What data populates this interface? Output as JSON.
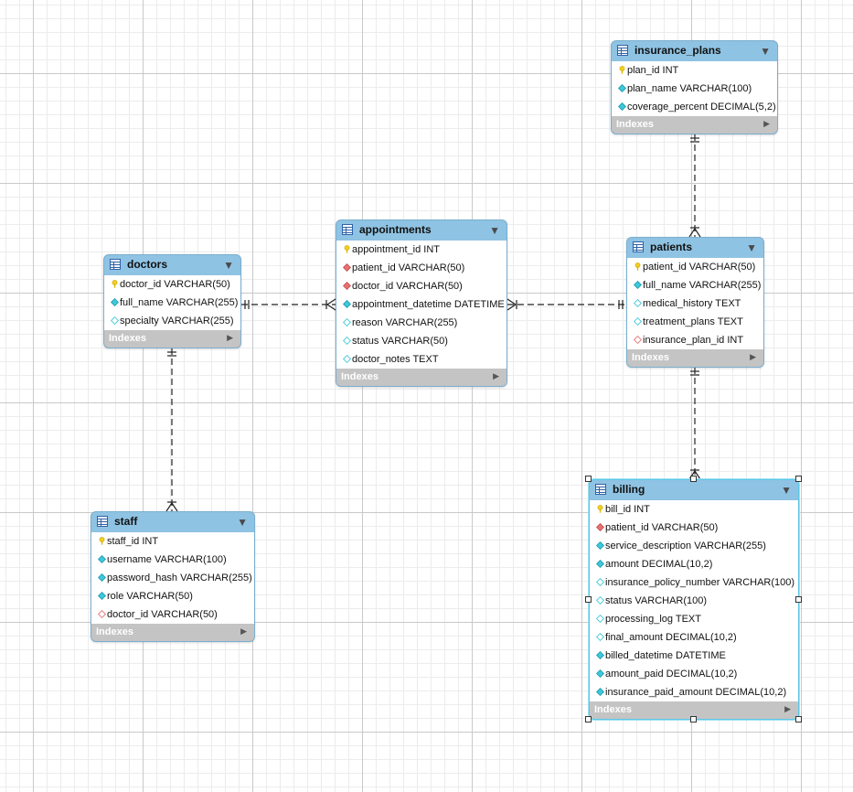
{
  "tables": [
    {
      "id": "insurance_plans",
      "name": "insurance_plans",
      "columns": [
        {
          "text": "plan_id INT",
          "icon": "primary-key-icon"
        },
        {
          "text": "plan_name VARCHAR(100)",
          "icon": "not-null-column-icon"
        },
        {
          "text": "coverage_percent DECIMAL(5,2)",
          "icon": "not-null-column-icon"
        }
      ],
      "indexes_label": "Indexes"
    },
    {
      "id": "appointments",
      "name": "appointments",
      "columns": [
        {
          "text": "appointment_id INT",
          "icon": "primary-key-icon"
        },
        {
          "text": "patient_id VARCHAR(50)",
          "icon": "foreign-key-icon"
        },
        {
          "text": "doctor_id VARCHAR(50)",
          "icon": "foreign-key-icon"
        },
        {
          "text": "appointment_datetime DATETIME",
          "icon": "not-null-column-icon"
        },
        {
          "text": "reason VARCHAR(255)",
          "icon": "nullable-column-icon"
        },
        {
          "text": "status VARCHAR(50)",
          "icon": "nullable-column-icon"
        },
        {
          "text": "doctor_notes TEXT",
          "icon": "nullable-column-icon"
        }
      ],
      "indexes_label": "Indexes"
    },
    {
      "id": "patients",
      "name": "patients",
      "columns": [
        {
          "text": "patient_id VARCHAR(50)",
          "icon": "primary-key-icon"
        },
        {
          "text": "full_name VARCHAR(255)",
          "icon": "not-null-column-icon"
        },
        {
          "text": "medical_history TEXT",
          "icon": "nullable-column-icon"
        },
        {
          "text": "treatment_plans TEXT",
          "icon": "nullable-column-icon"
        },
        {
          "text": "insurance_plan_id INT",
          "icon": "nullable-foreign-key-icon"
        }
      ],
      "indexes_label": "Indexes"
    },
    {
      "id": "doctors",
      "name": "doctors",
      "columns": [
        {
          "text": "doctor_id VARCHAR(50)",
          "icon": "primary-key-icon"
        },
        {
          "text": "full_name VARCHAR(255)",
          "icon": "not-null-column-icon"
        },
        {
          "text": "specialty VARCHAR(255)",
          "icon": "nullable-column-icon"
        }
      ],
      "indexes_label": "Indexes"
    },
    {
      "id": "staff",
      "name": "staff",
      "columns": [
        {
          "text": "staff_id INT",
          "icon": "primary-key-icon"
        },
        {
          "text": "username VARCHAR(100)",
          "icon": "not-null-column-icon"
        },
        {
          "text": "password_hash VARCHAR(255)",
          "icon": "not-null-column-icon"
        },
        {
          "text": "role VARCHAR(50)",
          "icon": "not-null-column-icon"
        },
        {
          "text": "doctor_id VARCHAR(50)",
          "icon": "nullable-foreign-key-icon"
        }
      ],
      "indexes_label": "Indexes"
    },
    {
      "id": "billing",
      "name": "billing",
      "selected": true,
      "columns": [
        {
          "text": "bill_id INT",
          "icon": "primary-key-icon"
        },
        {
          "text": "patient_id VARCHAR(50)",
          "icon": "foreign-key-icon"
        },
        {
          "text": "service_description VARCHAR(255)",
          "icon": "not-null-column-icon"
        },
        {
          "text": "amount DECIMAL(10,2)",
          "icon": "not-null-column-icon"
        },
        {
          "text": "insurance_policy_number VARCHAR(100)",
          "icon": "nullable-column-icon"
        },
        {
          "text": "status VARCHAR(100)",
          "icon": "nullable-column-icon"
        },
        {
          "text": "processing_log TEXT",
          "icon": "nullable-column-icon"
        },
        {
          "text": "final_amount DECIMAL(10,2)",
          "icon": "nullable-column-icon"
        },
        {
          "text": "billed_datetime DATETIME",
          "icon": "not-null-column-icon"
        },
        {
          "text": "amount_paid DECIMAL(10,2)",
          "icon": "not-null-column-icon"
        },
        {
          "text": "insurance_paid_amount DECIMAL(10,2)",
          "icon": "not-null-column-icon"
        }
      ],
      "indexes_label": "Indexes"
    }
  ],
  "relationships": [
    {
      "from": "insurance_plans",
      "to": "patients",
      "cardinality": "one-to-many"
    },
    {
      "from": "doctors",
      "to": "appointments",
      "cardinality": "one-to-many"
    },
    {
      "from": "patients",
      "to": "appointments",
      "cardinality": "one-to-many"
    },
    {
      "from": "doctors",
      "to": "staff",
      "cardinality": "one-to-many"
    },
    {
      "from": "patients",
      "to": "billing",
      "cardinality": "one-to-many"
    }
  ],
  "colors": {
    "header": "#8fc3e3",
    "indexes_bar": "#c4c4c4",
    "primary_key": "#f2cf22",
    "foreign_key": "#e57373",
    "not_null": "#3ec9dc",
    "selection": "#5cc6e6",
    "connector": "#222222"
  }
}
